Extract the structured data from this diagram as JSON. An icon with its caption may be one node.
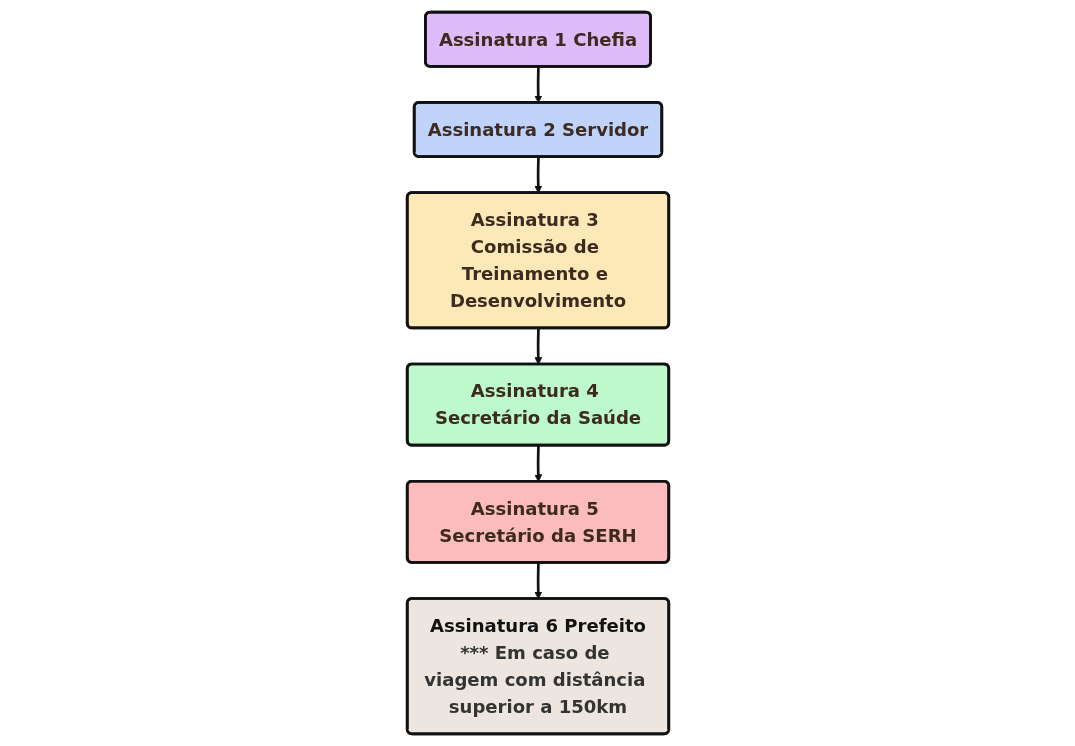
{
  "diagram": {
    "nodes": [
      {
        "text": [
          "Assinatura 1 Chefia"
        ]
      },
      {
        "text": [
          "Assinatura 2 Servidor"
        ]
      },
      {
        "text": [
          "Assinatura 3 Comissão de Treinamento e Desenvolvimento"
        ]
      },
      {
        "text": [
          "Assinatura 4 Secretário da Saúde"
        ]
      },
      {
        "text": [
          "Assinatura 5 Secretário da SERH"
        ]
      },
      {
        "text": [
          "Assinatura 6 Prefeito",
          "*** Em caso de viagem com distância superior a 150km"
        ]
      }
    ],
    "edges": [
      {
        "from": 0,
        "to": 1,
        "arrow": "to"
      },
      {
        "from": 1,
        "to": 2,
        "arrow": "to"
      },
      {
        "from": 2,
        "to": 3,
        "arrow": "to"
      },
      {
        "from": 3,
        "to": 4,
        "arrow": "to"
      },
      {
        "from": 4,
        "to": 5,
        "arrow": "to"
      }
    ]
  }
}
